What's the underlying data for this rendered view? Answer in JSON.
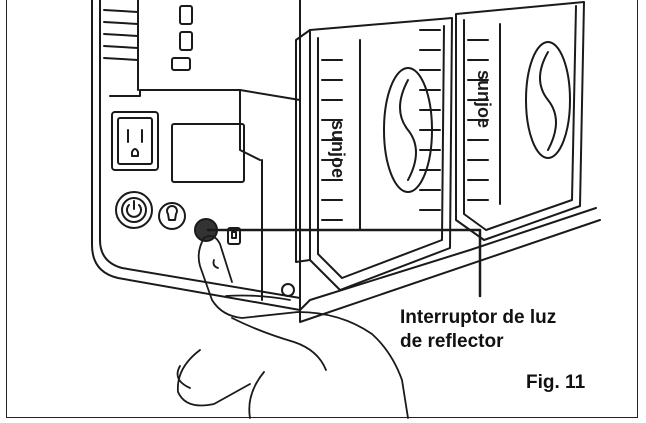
{
  "callout": {
    "line1": "Interruptor de luz",
    "line2": "de reflector"
  },
  "figure_label": "Fig. 11",
  "battery_brand": "sunjoe",
  "icons": [
    "outlet-icon",
    "power-icon",
    "bulb-icon",
    "toggle-switch-icon",
    "hand-icon"
  ]
}
